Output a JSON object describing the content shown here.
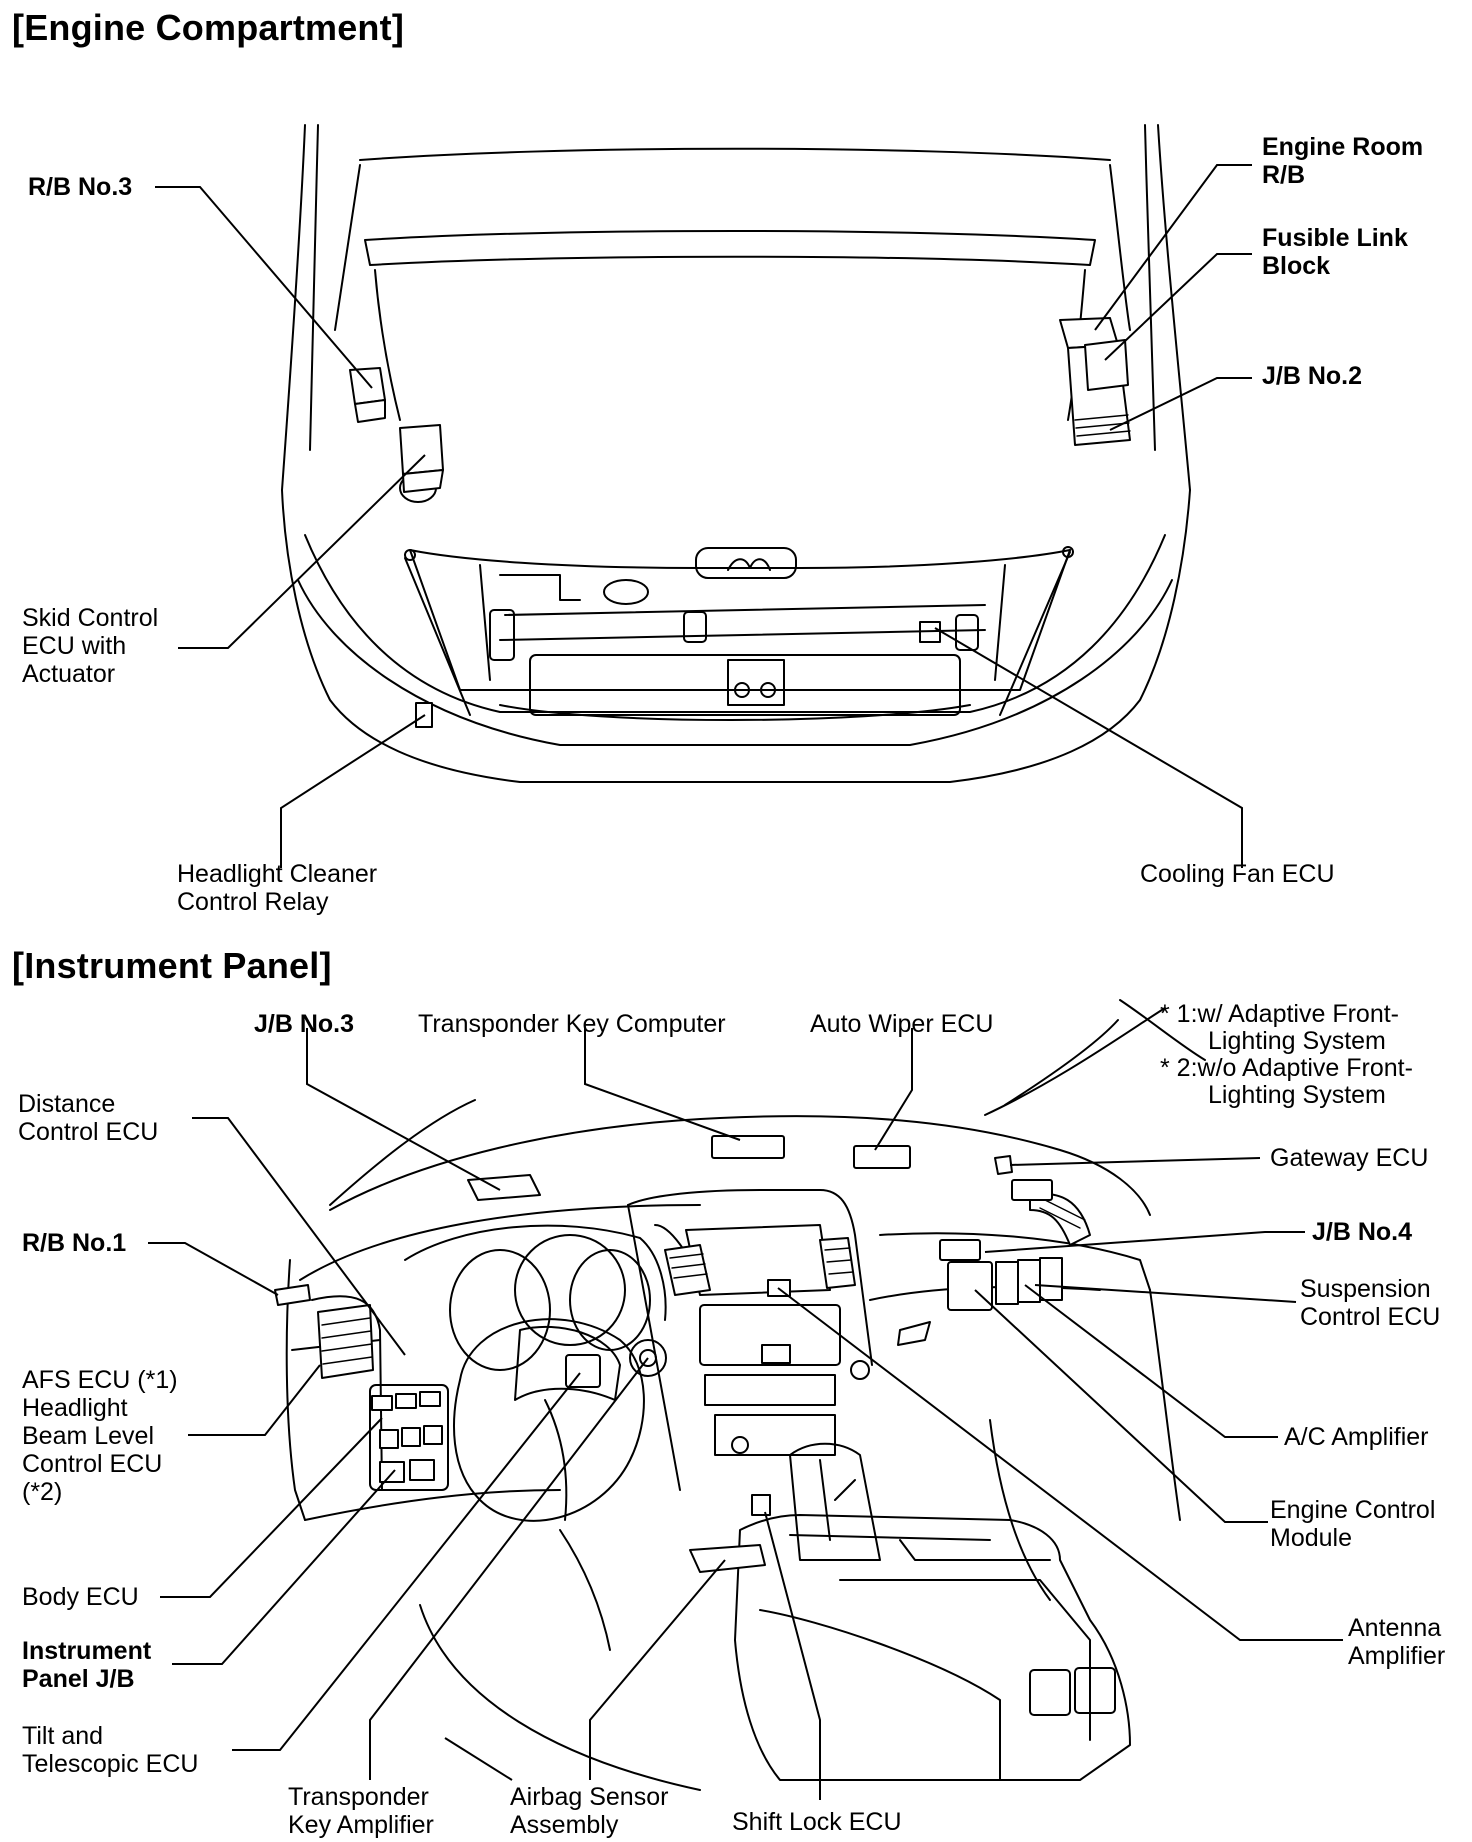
{
  "sections": {
    "engine": "[Engine Compartment]",
    "panel": "[Instrument Panel]"
  },
  "engine_labels": {
    "rb3": "R/B No.3",
    "engine_room_rb": [
      "Engine Room",
      "R/B"
    ],
    "fusible_link": [
      "Fusible Link",
      "Block"
    ],
    "jb2": "J/B No.2",
    "skid_control": [
      "Skid Control",
      "ECU with",
      "Actuator"
    ],
    "headlight_cleaner": [
      "Headlight Cleaner",
      "Control Relay"
    ],
    "cooling_fan": "Cooling Fan ECU"
  },
  "panel_labels": {
    "jb3": "J/B No.3",
    "transponder_key_computer": "Transponder Key Computer",
    "auto_wiper": "Auto Wiper ECU",
    "notes": [
      "* 1:w/ Adaptive Front-",
      "Lighting System",
      "* 2:w/o Adaptive Front-",
      "Lighting System"
    ],
    "distance_control": [
      "Distance",
      "Control ECU"
    ],
    "gateway": "Gateway ECU",
    "rb1": "R/B No.1",
    "jb4": "J/B No.4",
    "suspension": [
      "Suspension",
      "Control ECU"
    ],
    "afs": [
      "AFS ECU (*1)",
      "Headlight",
      "Beam Level",
      "Control ECU",
      "(*2)"
    ],
    "ac_amp": "A/C Amplifier",
    "engine_control": [
      "Engine Control",
      "Module"
    ],
    "body_ecu": "Body ECU",
    "antenna_amp": [
      "Antenna",
      "Amplifier"
    ],
    "instrument_jb": [
      "Instrument",
      "Panel J/B"
    ],
    "tilt_tele": [
      "Tilt and",
      "Telescopic ECU"
    ],
    "transponder_amp": [
      "Transponder",
      "Key Amplifier"
    ],
    "airbag": [
      "Airbag Sensor",
      "Assembly"
    ],
    "shift_lock": "Shift Lock ECU"
  }
}
